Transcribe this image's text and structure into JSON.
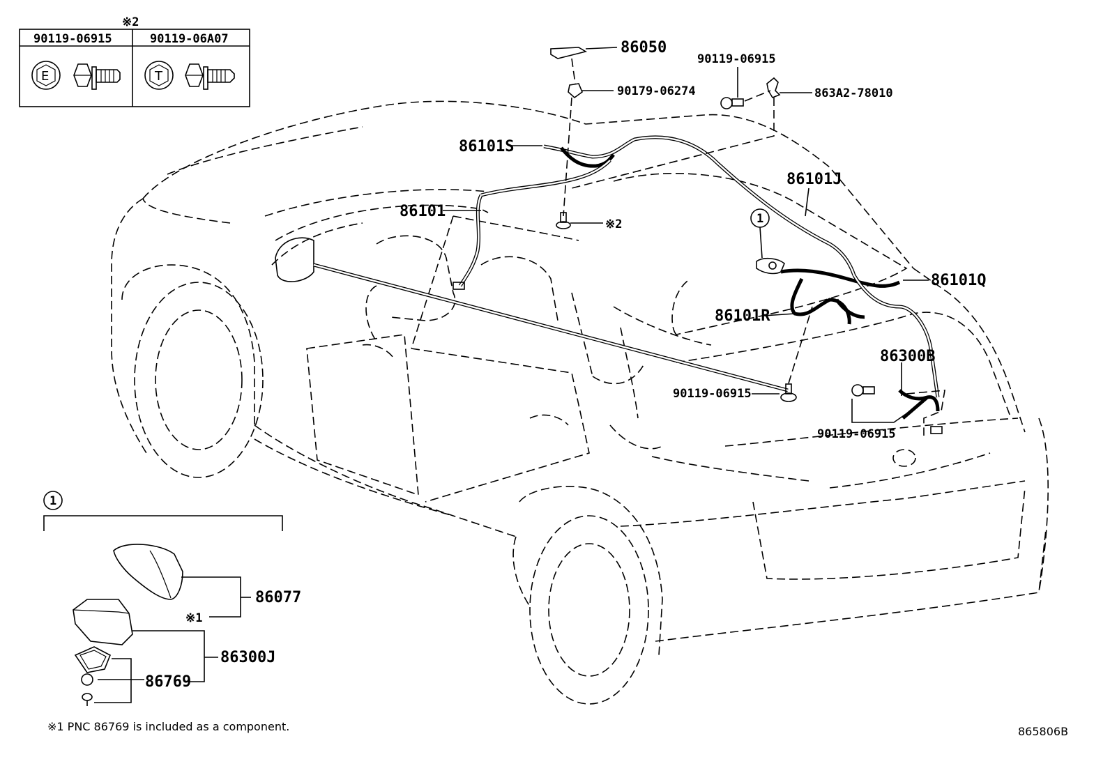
{
  "fastener_table": {
    "header_mark": "※2",
    "col1_part": "90119-06915",
    "col1_letter": "E",
    "col2_part": "90119-06A07",
    "col2_letter": "T"
  },
  "callouts": {
    "p86050": "86050",
    "p90179_06274": "90179-06274",
    "p90119_06915_top": "90119-06915",
    "p863A2_78010": "863A2-78010",
    "p86101S": "86101S",
    "p86101J": "86101J",
    "p86101": "86101",
    "mark2": "※2",
    "circle1": "1",
    "p86101Q": "86101Q",
    "p86101R": "86101R",
    "p86300B": "86300B",
    "p90119_06915_mid": "90119-06915",
    "p90119_06915_right": "90119-06915"
  },
  "detail": {
    "circle1": "1",
    "p86077": "86077",
    "mark1": "※1",
    "p86300J": "86300J",
    "p86769": "86769"
  },
  "footnote": "※1 PNC 86769 is included as a component.",
  "diagram_code": "865806B"
}
